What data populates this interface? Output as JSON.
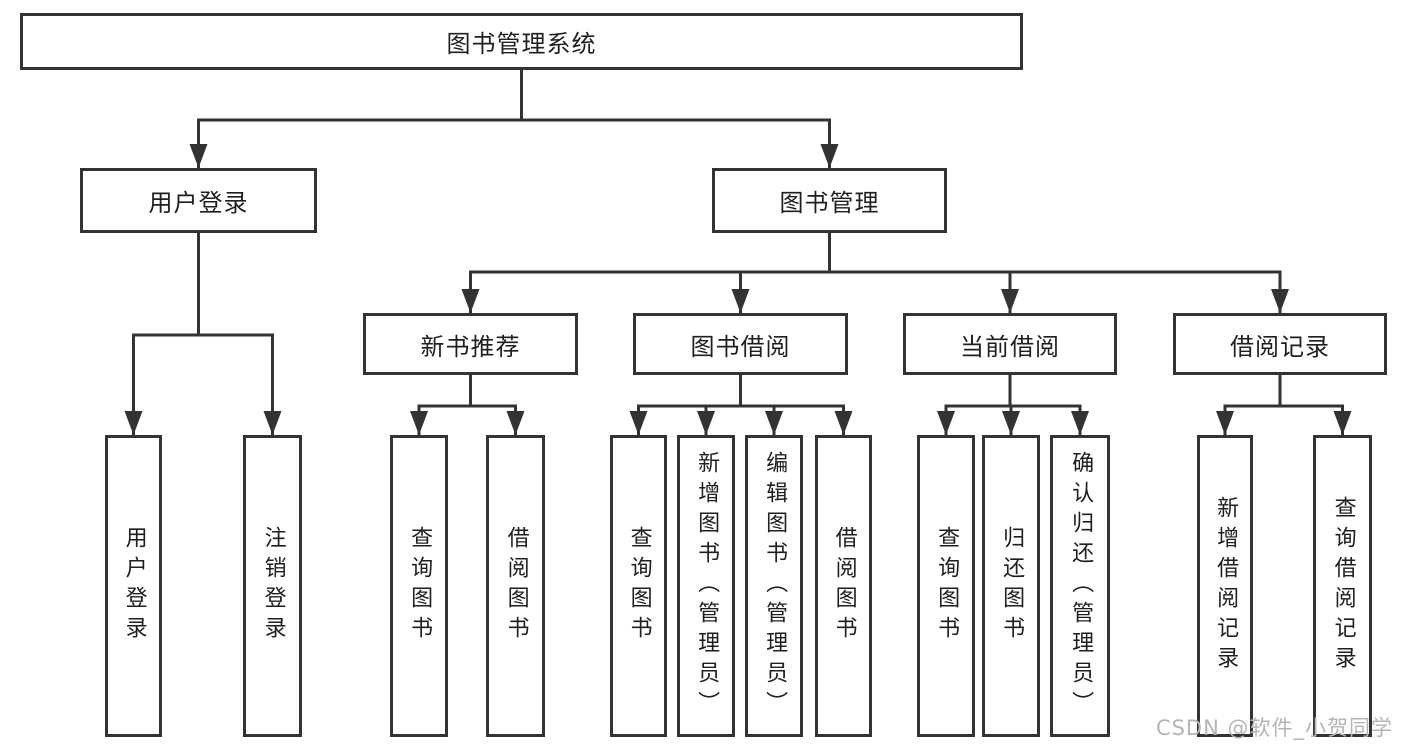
{
  "tree": {
    "root": {
      "label": "图书管理系统"
    },
    "children": [
      {
        "label": "用户登录",
        "children": [
          {
            "label": "用户登录"
          },
          {
            "label": "注销登录"
          }
        ]
      },
      {
        "label": "图书管理",
        "children": [
          {
            "label": "新书推荐",
            "children": [
              {
                "label": "查询图书"
              },
              {
                "label": "借阅图书"
              }
            ]
          },
          {
            "label": "图书借阅",
            "children": [
              {
                "label": "查询图书"
              },
              {
                "label": "新增图书（管理员）"
              },
              {
                "label": "编辑图书（管理员）"
              },
              {
                "label": "借阅图书"
              }
            ]
          },
          {
            "label": "当前借阅",
            "children": [
              {
                "label": "查询图书"
              },
              {
                "label": "归还图书"
              },
              {
                "label": "确认归还（管理员）"
              }
            ]
          },
          {
            "label": "借阅记录",
            "children": [
              {
                "label": "新增借阅记录"
              },
              {
                "label": "查询借阅记录"
              }
            ]
          }
        ]
      }
    ]
  },
  "watermark": {
    "text": "CSDN @软件_小贺同学"
  },
  "colors": {
    "line": "#333333",
    "box_border": "#333333",
    "text": "#1f1f1f",
    "watermark": "#b5b5b5",
    "background": "#ffffff"
  }
}
